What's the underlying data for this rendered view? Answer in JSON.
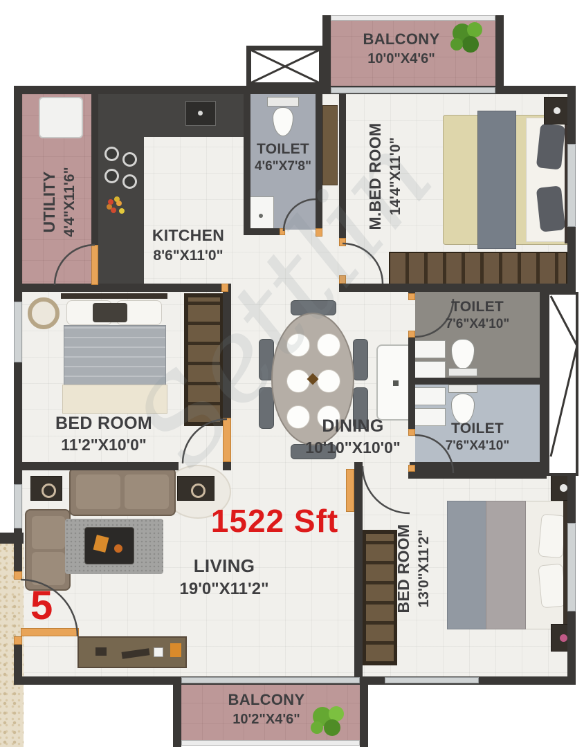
{
  "title": "Apartment floor plan",
  "area_label": "1522 Sft",
  "unit_number": "5",
  "watermark": "Settlin",
  "rooms": {
    "balcony_top": {
      "name": "BALCONY",
      "dims": "10'0\"X4'6\""
    },
    "toilet_top": {
      "name": "TOILET",
      "dims": "4'6\"X7'8\""
    },
    "master_bedroom": {
      "name": "M.BED ROOM",
      "dims": "14'4\"X11'0\""
    },
    "utility": {
      "name": "UTILITY",
      "dims": "4'4\"X11'6\""
    },
    "kitchen": {
      "name": "KITCHEN",
      "dims": "8'6\"X11'0\""
    },
    "toilet_upper": {
      "name": "TOILET",
      "dims": "7'6\"X4'10\""
    },
    "toilet_lower": {
      "name": "TOILET",
      "dims": "7'6\"X4'10\""
    },
    "bedroom_left": {
      "name": "BED ROOM",
      "dims": "11'2\"X10'0\""
    },
    "dining": {
      "name": "DINING",
      "dims": "10'10\"X10'0\""
    },
    "living": {
      "name": "LIVING",
      "dims": "19'0\"X11'2\""
    },
    "bedroom_right": {
      "name": "BED ROOM",
      "dims": "13'0\"X11'2\""
    },
    "balcony_bottom": {
      "name": "BALCONY",
      "dims": "10'2\"X4'6\""
    }
  },
  "colors": {
    "wall": "#3a3836",
    "balcony": "#bd9898",
    "door_frame": "#e8a458",
    "accent_red": "#dd1a1a",
    "floor": "#f1f0ec"
  }
}
